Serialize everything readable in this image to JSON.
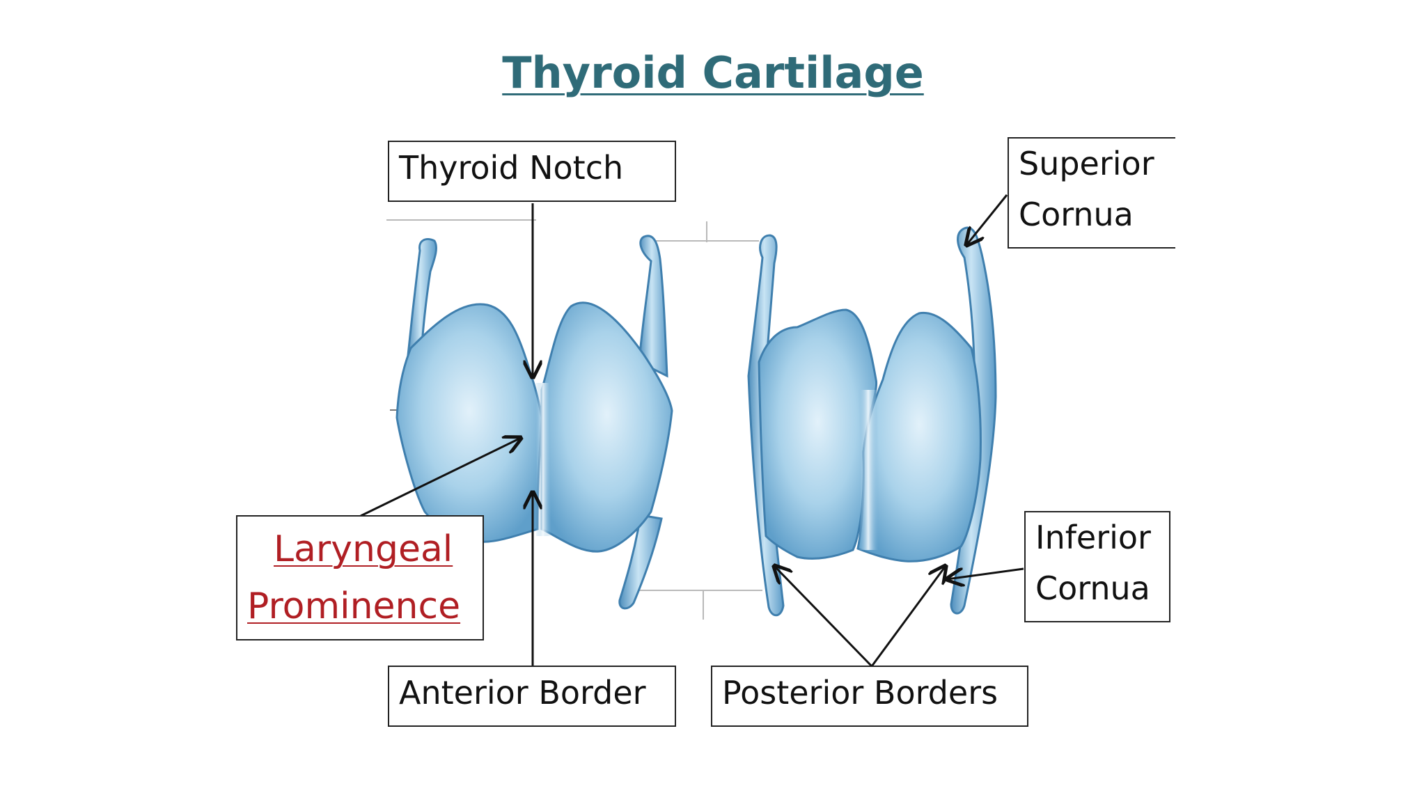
{
  "title": "Thyroid Cartilage",
  "labels": {
    "thyroid_notch": "Thyroid Notch",
    "superior_cornua": [
      "Superior",
      "Cornua"
    ],
    "laryngeal_prominence": [
      "Laryngeal",
      "Prominence"
    ],
    "anterior_border": "Anterior Border",
    "posterior_borders": "Posterior Borders",
    "inferior_cornua": [
      "Inferior",
      "Cornua"
    ]
  },
  "colors": {
    "title": "#2f6b78",
    "highlight_label": "#b01e23",
    "cartilage_fill": "#8fc2e0",
    "cartilage_shadow": "#4a8fbf"
  }
}
